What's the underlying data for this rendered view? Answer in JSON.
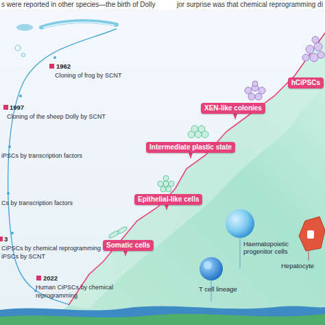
{
  "diagram": {
    "nodes": [
      {
        "text": [
          "Somatic cells"
        ]
      },
      {
        "text": [
          "Epithelial-like cells"
        ]
      },
      {
        "text": [
          "Intermediate plastic state"
        ]
      },
      {
        "text": [
          "XEN-like colonies"
        ]
      },
      {
        "text": [
          "hCiPSCs"
        ]
      }
    ],
    "labels": [
      "s were reported in other species—the birth of Dolly",
      "jor surprise was that chemical reprogramming di",
      "1962",
      "Cloning of frog by SCNT",
      "1997",
      "Cloning of the sheep Dolly by SCNT",
      "iPSCs by transcription factors",
      "Cs by transcription factors",
      "3",
      "CiPSCs by chemical reprogramming",
      "iPSCs by  SCNT",
      "2022",
      "Human CiPSCs by chemical",
      "reprogramming",
      "Haematopoietic progenitor cells",
      "T cell lineage",
      "Hepatocyte"
    ]
  }
}
